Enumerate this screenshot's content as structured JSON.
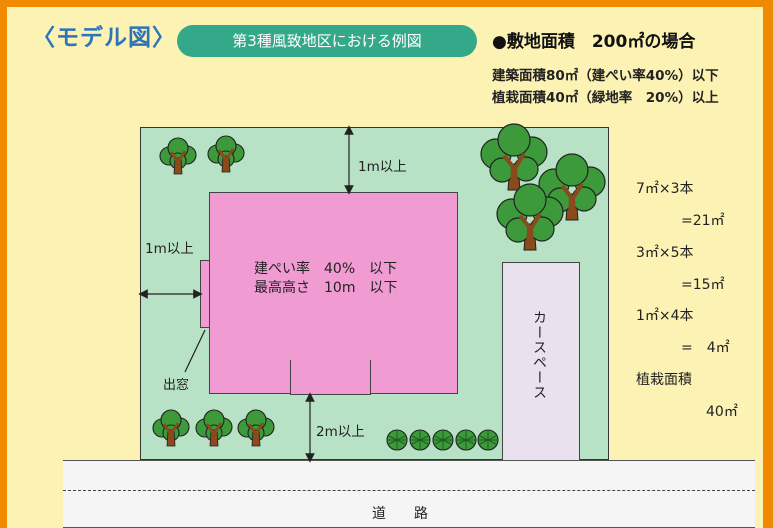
{
  "header": {
    "title": "〈モデル図〉",
    "badge": "第3種風致地区における例図",
    "site_area": "●敷地面積　200㎡の場合",
    "building_area_rule": "建築面積80㎡（建ぺい率40%）以下",
    "planting_area_rule": "植栽面積40㎡（緑地率　20%）以上"
  },
  "diagram": {
    "building_text_1": "建ぺい率　40%　以下",
    "building_text_2": "最高高さ　10m　以下",
    "setback_top": "1m以上",
    "setback_left": "1m以上",
    "setback_bottom": "2m以上",
    "bay_window": "出窓",
    "car_space": "カースペース",
    "road": "道路"
  },
  "calculation": {
    "line1": "7㎡×3本",
    "line2": "=21㎡",
    "line3": "3㎡×5本",
    "line4": "=15㎡",
    "line5": "1㎡×4本",
    "line6": "=　4㎡",
    "line7": "植栽面積",
    "line8": "40㎡"
  },
  "colors": {
    "frame": "#f08a00",
    "background": "#fbf2b4",
    "title": "#2d74b9",
    "badge": "#33a98a",
    "lot": "#b8e2c5",
    "building": "#f19bd3",
    "car_space": "#e9e2ee",
    "tree_canopy": "#3c9a3a",
    "tree_trunk": "#8a4a1c"
  }
}
